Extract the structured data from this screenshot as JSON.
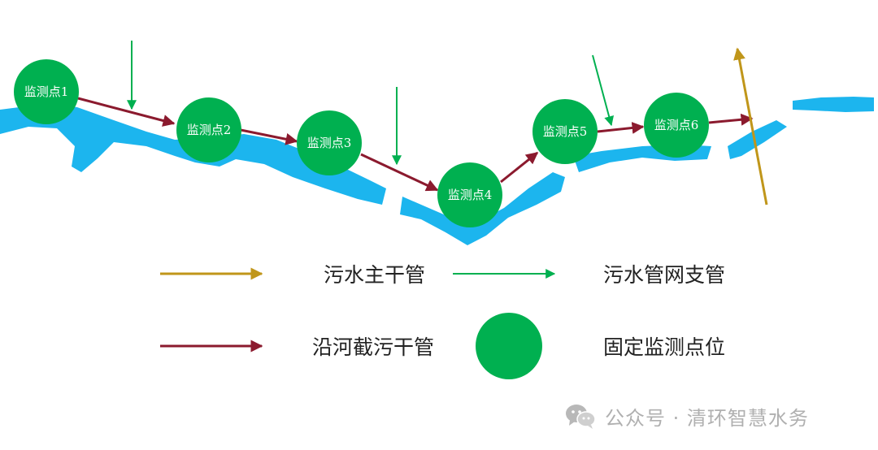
{
  "colors": {
    "river": "#1cb5ee",
    "node_fill": "#00b050",
    "main_sewer": "#c0961a",
    "branch_sewer": "#00b050",
    "intercept_sewer": "#8b1a2e"
  },
  "nodes": [
    {
      "id": 1,
      "label": "监测点1"
    },
    {
      "id": 2,
      "label": "监测点2"
    },
    {
      "id": 3,
      "label": "监测点3"
    },
    {
      "id": 4,
      "label": "监测点4"
    },
    {
      "id": 5,
      "label": "监测点5"
    },
    {
      "id": 6,
      "label": "监测点6"
    }
  ],
  "legend": {
    "main_sewer": "污水主干管",
    "branch_sewer": "污水管网支管",
    "intercept_sewer": "沿河截污干管",
    "monitor_point": "固定监测点位"
  },
  "watermark": {
    "text": "公众号 · 清环智慧水务",
    "icon": "wechat-icon"
  }
}
